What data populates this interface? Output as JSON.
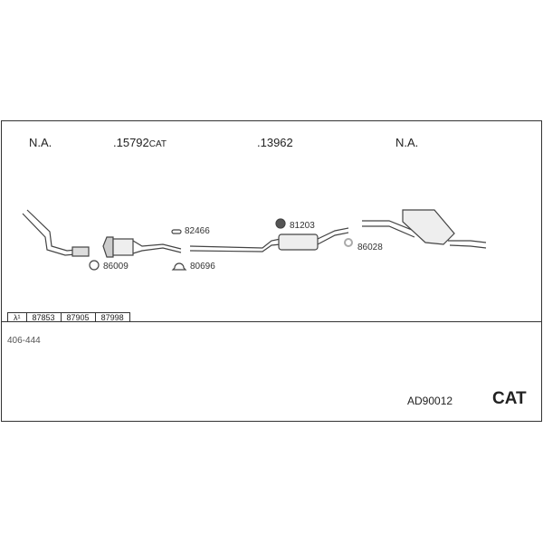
{
  "headers": [
    "N.A.",
    ".15792",
    "CAT",
    ".13962",
    "N.A."
  ],
  "parts": {
    "p86009": "86009",
    "p82466": "82466",
    "p80696": "80696",
    "p81203": "81203",
    "p86028": "86028"
  },
  "lambda_table": {
    "symbol": "λ¹",
    "codes": [
      "87853",
      "87905",
      "87998"
    ]
  },
  "range": "406-444",
  "article": "AD90012",
  "type": "CAT"
}
